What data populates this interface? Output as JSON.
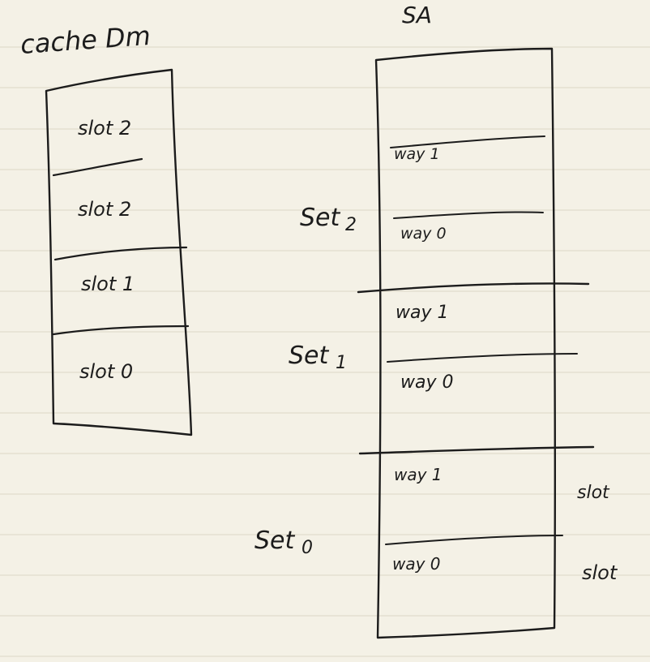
{
  "left_diagram": {
    "title": "cache Dm",
    "slots": [
      "slot 2",
      "slot 2",
      "slot 1",
      "slot 0"
    ]
  },
  "right_diagram": {
    "title": "SA",
    "sets": [
      {
        "label": "Set",
        "sub": "2",
        "ways": [
          "way 1",
          "way 0"
        ]
      },
      {
        "label": "Set",
        "sub": "1",
        "ways": [
          "way 1",
          "way 0"
        ]
      },
      {
        "label": "Set",
        "sub": "0",
        "ways": [
          "way 1",
          "way 0"
        ]
      }
    ],
    "annotations": [
      "slot",
      "slot"
    ]
  },
  "colors": {
    "paper": "#f4f1e6",
    "ruling": "#ddd8c6",
    "ink": "#1c1c1c"
  }
}
